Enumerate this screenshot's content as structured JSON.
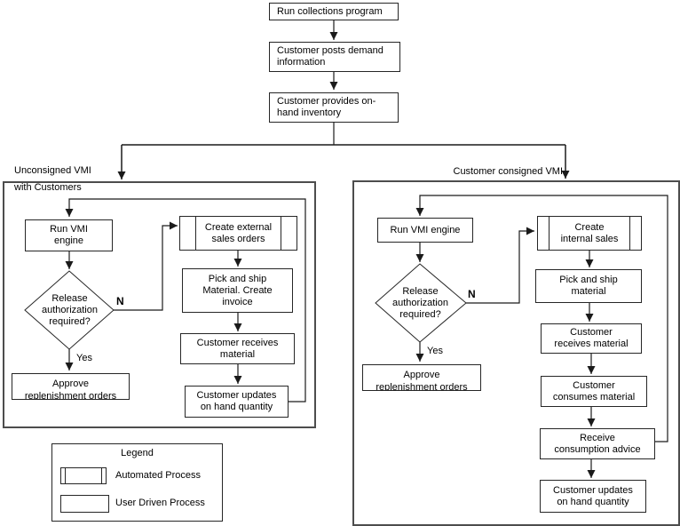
{
  "colors": {
    "background": "#ffffff",
    "text": "#000000",
    "line": "#1a1a1a",
    "box_border": "#262626",
    "container_border": "#4d4d4d"
  },
  "top_flow": {
    "run_collections": "Run collections program",
    "posts_demand": "Customer posts demand\ninformation",
    "provides_onhand": "Customer provides on-\nhand inventory"
  },
  "left_branch": {
    "title_line1": "Unconsigned VMI",
    "title_line2": "with Customers",
    "run_vmi": "Run VMI\nengine",
    "decision": "Release\nauthorization\nrequired?",
    "decision_no": "N",
    "decision_yes": "Yes",
    "approve": "Approve\nreplenishment orders",
    "create_sales": "Create external\nsales orders",
    "pick_ship": "Pick and ship\nMaterial. Create\ninvoice",
    "receives": "Customer receives\nmaterial",
    "updates": "Customer updates\non hand quantity"
  },
  "right_branch": {
    "title": "Customer consigned VMI",
    "run_vmi": "Run VMI engine",
    "decision": "Release\nauthorization\nrequired?",
    "decision_no": "N",
    "decision_yes": "Yes",
    "approve": "Approve\nreplenishment orders",
    "create_sales": "Create\ninternal sales",
    "pick_ship": "Pick and ship\nmaterial",
    "receives": "Customer\nreceives material",
    "consumes": "Customer\nconsumes material",
    "advice": "Receive\nconsumption advice",
    "updates": "Customer updates\non hand quantity"
  },
  "legend": {
    "title": "Legend",
    "automated": "Automated Process",
    "user_driven": "User Driven Process"
  }
}
